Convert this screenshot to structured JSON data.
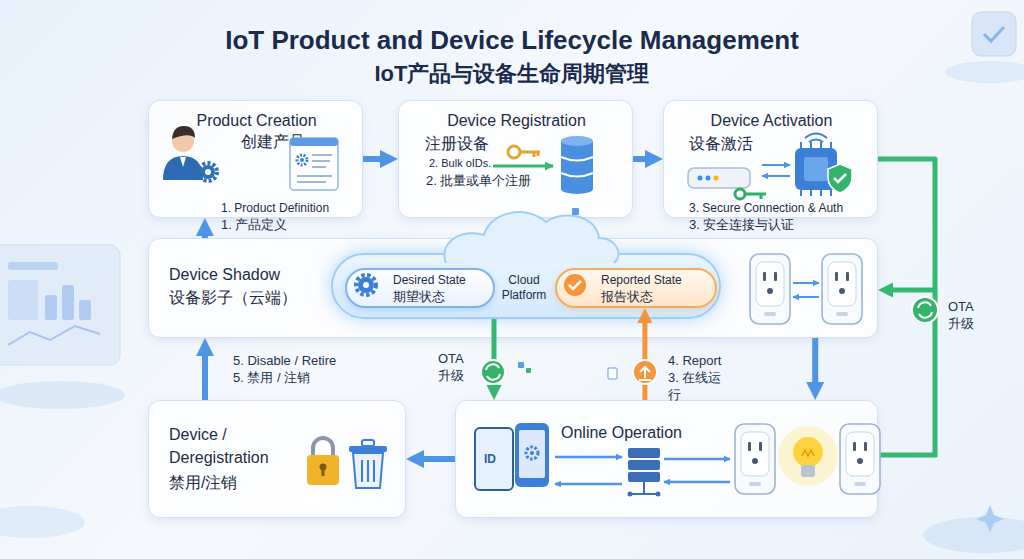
{
  "diagram": {
    "title": "IoT Product and Device Lifecycle Management",
    "nodes": [
      {
        "text": [
          "Product Creation",
          "创建产品",
          "1. Product Definition",
          "1. 产品定义"
        ]
      },
      {
        "text": [
          "Device Registration",
          "注册设备",
          "2. Bulk oIDs.",
          "2. 批量或单个注册"
        ]
      },
      {
        "text": [
          "Device Activation",
          "设备激活",
          "3. Secure Connection & Auth",
          "3. 安全连接与认证"
        ]
      },
      {
        "text": [
          "Device Shadow",
          "设备影子（云端）"
        ]
      },
      {
        "text": [
          "Cloud Platform"
        ],
        "in": 3
      },
      {
        "text": [
          "Desired State",
          "期望状态"
        ],
        "in": 4
      },
      {
        "text": [
          "Reported State",
          "报告状态"
        ],
        "in": 4
      },
      {
        "text": [
          "Device / Deregistration",
          "禁用/注销"
        ]
      },
      {
        "text": [
          "Online Operation"
        ]
      }
    ],
    "edges": [
      {
        "from": 0,
        "to": 1,
        "arrow": "to"
      },
      {
        "from": 1,
        "to": 2,
        "arrow": "to"
      },
      {
        "from": 2,
        "to": 3,
        "label": "OTA 升级",
        "arrow": "to"
      },
      {
        "from": 3,
        "to": 8,
        "arrow": "to"
      },
      {
        "from": 4,
        "to": 8,
        "label": "OTA 升级",
        "arrow": "to"
      },
      {
        "from": 8,
        "to": 6,
        "label": "4. Report 3. 在线运行",
        "arrow": "to"
      },
      {
        "from": 8,
        "to": 7,
        "arrow": "to"
      },
      {
        "from": 7,
        "to": 3,
        "label": "5. Disable / Retire 5. 禁用 / 注销",
        "arrow": "to"
      },
      {
        "from": 3,
        "to": 0,
        "arrow": "to"
      }
    ],
    "labels": [
      "IoT产品与设备生命周期管理",
      "ID"
    ]
  }
}
